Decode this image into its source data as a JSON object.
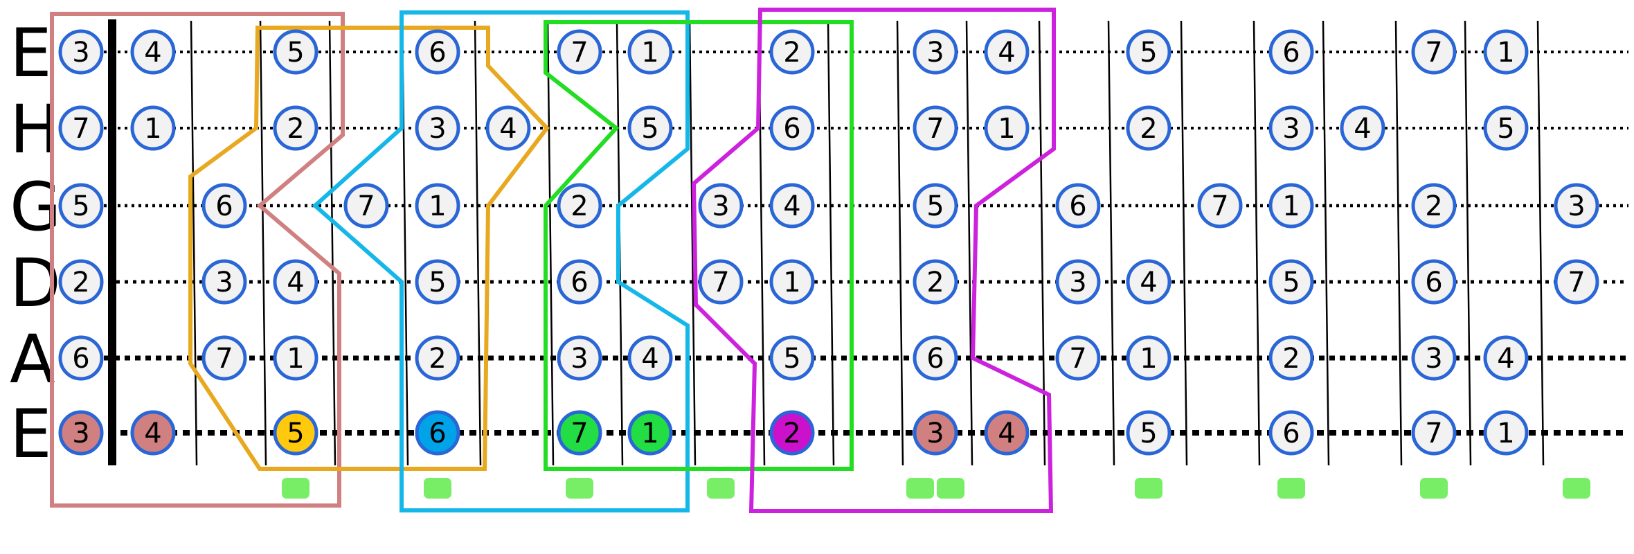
{
  "strings": [
    {
      "name": "E",
      "notes": [
        {
          "fret": 0,
          "label": "3"
        },
        {
          "fret": 1,
          "label": "4"
        },
        {
          "fret": 3,
          "label": "5"
        },
        {
          "fret": 5,
          "label": "6"
        },
        {
          "fret": 7,
          "label": "7"
        },
        {
          "fret": 8,
          "label": "1"
        },
        {
          "fret": 10,
          "label": "2"
        },
        {
          "fret": 12,
          "label": "3"
        },
        {
          "fret": 13,
          "label": "4"
        },
        {
          "fret": 15,
          "label": "5"
        },
        {
          "fret": 17,
          "label": "6"
        },
        {
          "fret": 19,
          "label": "7"
        },
        {
          "fret": 20,
          "label": "1"
        }
      ]
    },
    {
      "name": "H",
      "notes": [
        {
          "fret": 0,
          "label": "7"
        },
        {
          "fret": 1,
          "label": "1"
        },
        {
          "fret": 3,
          "label": "2"
        },
        {
          "fret": 5,
          "label": "3"
        },
        {
          "fret": 6,
          "label": "4"
        },
        {
          "fret": 8,
          "label": "5"
        },
        {
          "fret": 10,
          "label": "6"
        },
        {
          "fret": 12,
          "label": "7"
        },
        {
          "fret": 13,
          "label": "1"
        },
        {
          "fret": 15,
          "label": "2"
        },
        {
          "fret": 17,
          "label": "3"
        },
        {
          "fret": 18,
          "label": "4"
        },
        {
          "fret": 20,
          "label": "5"
        }
      ]
    },
    {
      "name": "G",
      "notes": [
        {
          "fret": 0,
          "label": "5"
        },
        {
          "fret": 2,
          "label": "6"
        },
        {
          "fret": 4,
          "label": "7"
        },
        {
          "fret": 5,
          "label": "1"
        },
        {
          "fret": 7,
          "label": "2"
        },
        {
          "fret": 9,
          "label": "3"
        },
        {
          "fret": 10,
          "label": "4"
        },
        {
          "fret": 12,
          "label": "5"
        },
        {
          "fret": 14,
          "label": "6"
        },
        {
          "fret": 16,
          "label": "7"
        },
        {
          "fret": 17,
          "label": "1"
        },
        {
          "fret": 19,
          "label": "2"
        },
        {
          "fret": 21,
          "label": "3"
        }
      ]
    },
    {
      "name": "D",
      "notes": [
        {
          "fret": 0,
          "label": "2"
        },
        {
          "fret": 2,
          "label": "3"
        },
        {
          "fret": 3,
          "label": "4"
        },
        {
          "fret": 5,
          "label": "5"
        },
        {
          "fret": 7,
          "label": "6"
        },
        {
          "fret": 9,
          "label": "7"
        },
        {
          "fret": 10,
          "label": "1"
        },
        {
          "fret": 12,
          "label": "2"
        },
        {
          "fret": 14,
          "label": "3"
        },
        {
          "fret": 15,
          "label": "4"
        },
        {
          "fret": 17,
          "label": "5"
        },
        {
          "fret": 19,
          "label": "6"
        },
        {
          "fret": 21,
          "label": "7"
        }
      ]
    },
    {
      "name": "A",
      "notes": [
        {
          "fret": 0,
          "label": "6"
        },
        {
          "fret": 2,
          "label": "7"
        },
        {
          "fret": 3,
          "label": "1"
        },
        {
          "fret": 5,
          "label": "2"
        },
        {
          "fret": 7,
          "label": "3"
        },
        {
          "fret": 8,
          "label": "4"
        },
        {
          "fret": 10,
          "label": "5"
        },
        {
          "fret": 12,
          "label": "6"
        },
        {
          "fret": 14,
          "label": "7"
        },
        {
          "fret": 15,
          "label": "1"
        },
        {
          "fret": 17,
          "label": "2"
        },
        {
          "fret": 19,
          "label": "3"
        },
        {
          "fret": 20,
          "label": "4"
        }
      ]
    },
    {
      "name": "E",
      "notes": [
        {
          "fret": 0,
          "label": "3",
          "color": "#d08080"
        },
        {
          "fret": 1,
          "label": "4",
          "color": "#d08080"
        },
        {
          "fret": 3,
          "label": "5",
          "color": "#ffc90e"
        },
        {
          "fret": 5,
          "label": "6",
          "color": "#00a2e8"
        },
        {
          "fret": 7,
          "label": "7",
          "color": "#22dd44"
        },
        {
          "fret": 8,
          "label": "1",
          "color": "#22dd44"
        },
        {
          "fret": 10,
          "label": "2",
          "color": "#cc11cc"
        },
        {
          "fret": 12,
          "label": "3",
          "color": "#d08080"
        },
        {
          "fret": 13,
          "label": "4",
          "color": "#d08080"
        },
        {
          "fret": 15,
          "label": "5"
        },
        {
          "fret": 17,
          "label": "6"
        },
        {
          "fret": 19,
          "label": "7"
        },
        {
          "fret": 20,
          "label": "1"
        }
      ]
    }
  ],
  "fret_markers": [
    3,
    5,
    7,
    9,
    12,
    15,
    17,
    19,
    21
  ],
  "double_marker_frets": [
    12
  ],
  "shapes": [
    {
      "name": "shape-rose",
      "color": "#d08080"
    },
    {
      "name": "shape-orange",
      "color": "#e8a820"
    },
    {
      "name": "shape-cyan",
      "color": "#15b7e8"
    },
    {
      "name": "shape-green",
      "color": "#22dd22"
    },
    {
      "name": "shape-magenta",
      "color": "#cc22dd"
    }
  ],
  "colors": {
    "note_border": "#2a66d6",
    "note_fill": "#f2f2f2",
    "fret_marker": "#77ee66"
  }
}
